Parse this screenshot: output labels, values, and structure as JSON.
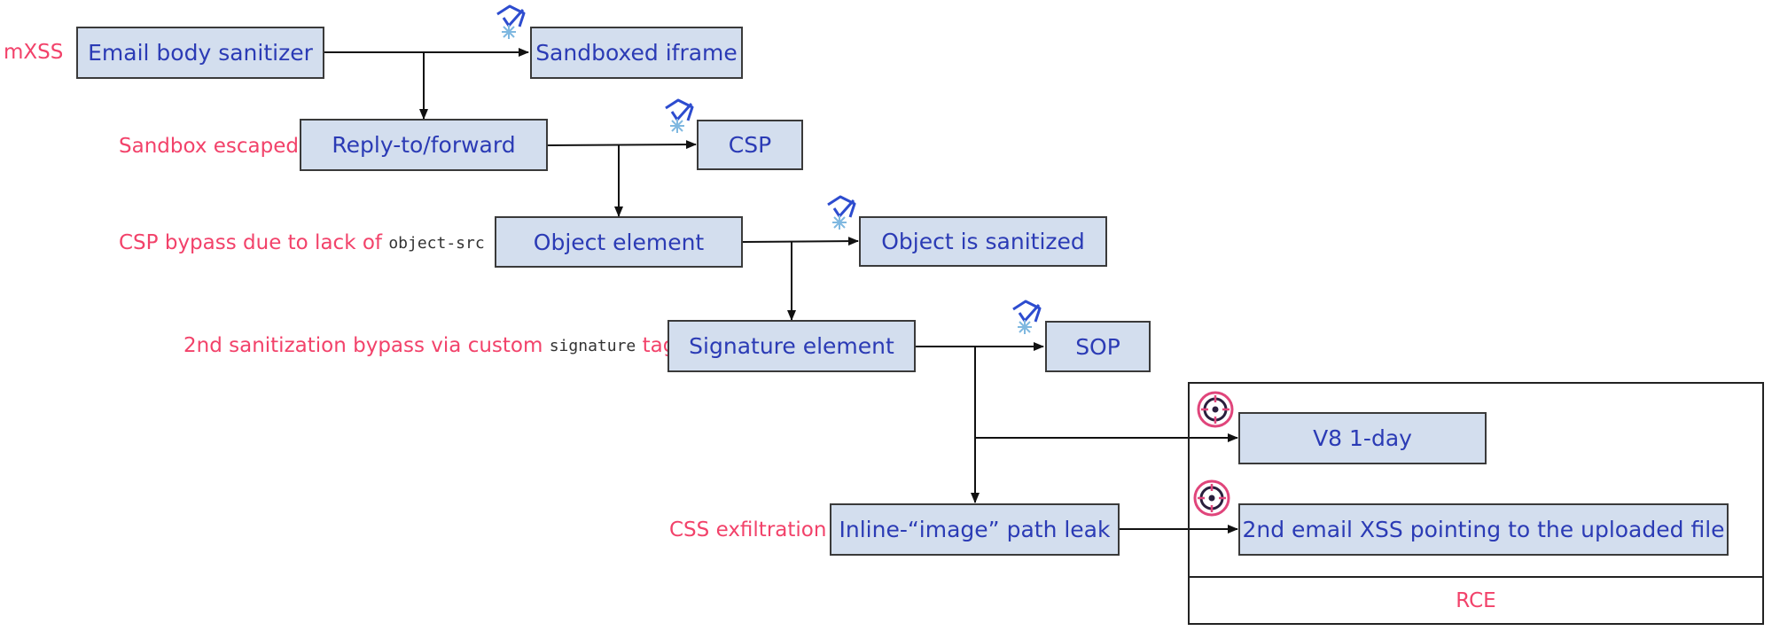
{
  "labels": {
    "mxss": "mXSS",
    "sandbox_escaped": "Sandbox escaped",
    "csp_bypass_prefix": "CSP bypass due to lack of ",
    "csp_bypass_code": "object-src",
    "sanitization_prefix": "2nd sanitization bypass via custom ",
    "sanitization_code": "signature",
    "sanitization_suffix": " tag",
    "css_exfiltration": "CSS exfiltration"
  },
  "nodes": {
    "email_sanitizer": "Email body sanitizer",
    "sandboxed_iframe": "Sandboxed iframe",
    "reply_forward": "Reply-to/forward",
    "csp": "CSP",
    "object_element": "Object element",
    "object_sanitized": "Object is sanitized",
    "signature_element": "Signature element",
    "sop": "SOP",
    "v8_1day": "V8 1-day",
    "inline_image_leak": "Inline-“image” path leak",
    "second_email_xss": "2nd email XSS pointing to the uploaded file"
  },
  "rce": {
    "label": "RCE"
  },
  "icons": {
    "defense": "shield-snowflake-icon",
    "exploit": "target-icon"
  },
  "colors": {
    "label_red": "#f2426a",
    "box_fill": "#d3deee",
    "box_text": "#2b3bb5",
    "shield_blue": "#2d4ccf",
    "target_pink": "#e0457b"
  }
}
